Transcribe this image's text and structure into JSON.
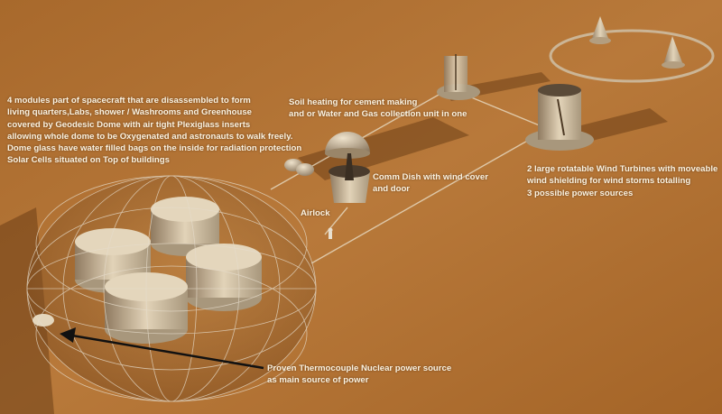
{
  "annotations": {
    "modules": [
      "4 modules part of spacecraft that are disassembled to form",
      "living quarters,Labs, shower / Washrooms and Greenhouse",
      "covered by Geodesic Dome with air tight Plexiglass inserts",
      "allowing whole dome to be Oxygenated and astronauts to walk freely.",
      "Dome glass have water filled bags on the inside for radiation protection",
      "Solar Cells situated on Top of buildings"
    ],
    "soil": [
      "Soil heating for cement making",
      "and or Water and Gas collection unit in one"
    ],
    "comm": [
      "Comm Dish with wind cover",
      "and door"
    ],
    "airlock": "Airlock",
    "turbines": [
      "2 large rotatable Wind Turbines with moveable",
      "wind shielding for wind storms totalling",
      "3 possible power sources"
    ],
    "nuclear": [
      "Proven Thermocouple Nuclear power source",
      "as main source of power"
    ]
  },
  "colors": {
    "ground": "#b07432",
    "text": "#fbf3e2",
    "structure": "#d9c6a6"
  }
}
